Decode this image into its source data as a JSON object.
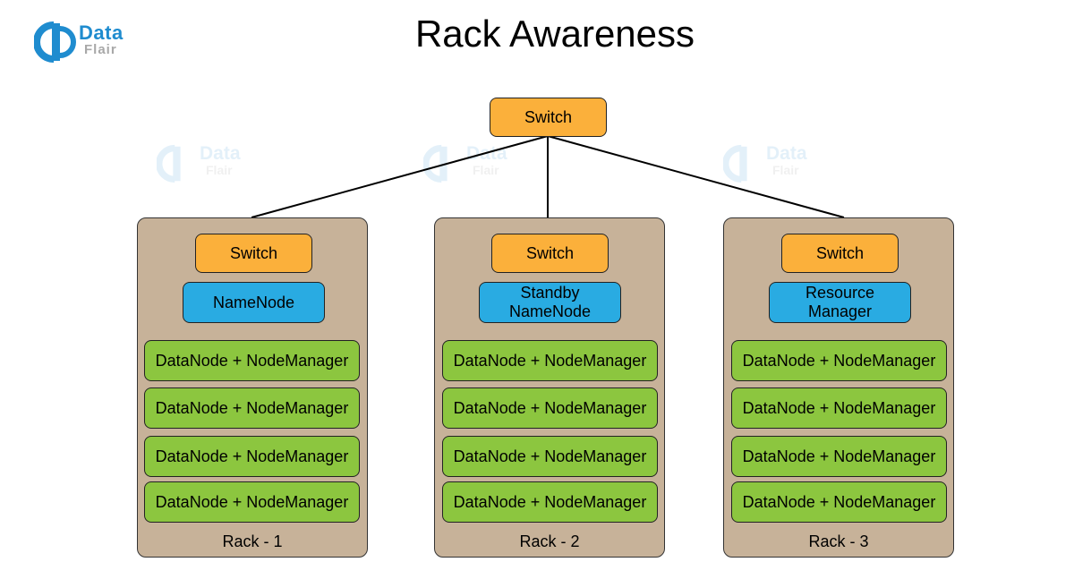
{
  "logo": {
    "line1": "Data",
    "line2": "Flair"
  },
  "title": "Rack Awareness",
  "top_switch": "Switch",
  "racks": [
    {
      "label": "Rack - 1",
      "switch": "Switch",
      "master_line1": "NameNode",
      "master_line2": "",
      "nodes": [
        "DataNode + NodeManager",
        "DataNode + NodeManager",
        "DataNode + NodeManager",
        "DataNode + NodeManager"
      ]
    },
    {
      "label": "Rack - 2",
      "switch": "Switch",
      "master_line1": "Standby",
      "master_line2": "NameNode",
      "nodes": [
        "DataNode + NodeManager",
        "DataNode + NodeManager",
        "DataNode + NodeManager",
        "DataNode + NodeManager"
      ]
    },
    {
      "label": "Rack - 3",
      "switch": "Switch",
      "master_line1": "Resource",
      "master_line2": "Manager",
      "nodes": [
        "DataNode + NodeManager",
        "DataNode + NodeManager",
        "DataNode + NodeManager",
        "DataNode + NodeManager"
      ]
    }
  ],
  "colors": {
    "switch": "#fbb03b",
    "master": "#29abe2",
    "node": "#8cc63f",
    "rack": "#c7b299",
    "brand": "#1f8ccf"
  }
}
